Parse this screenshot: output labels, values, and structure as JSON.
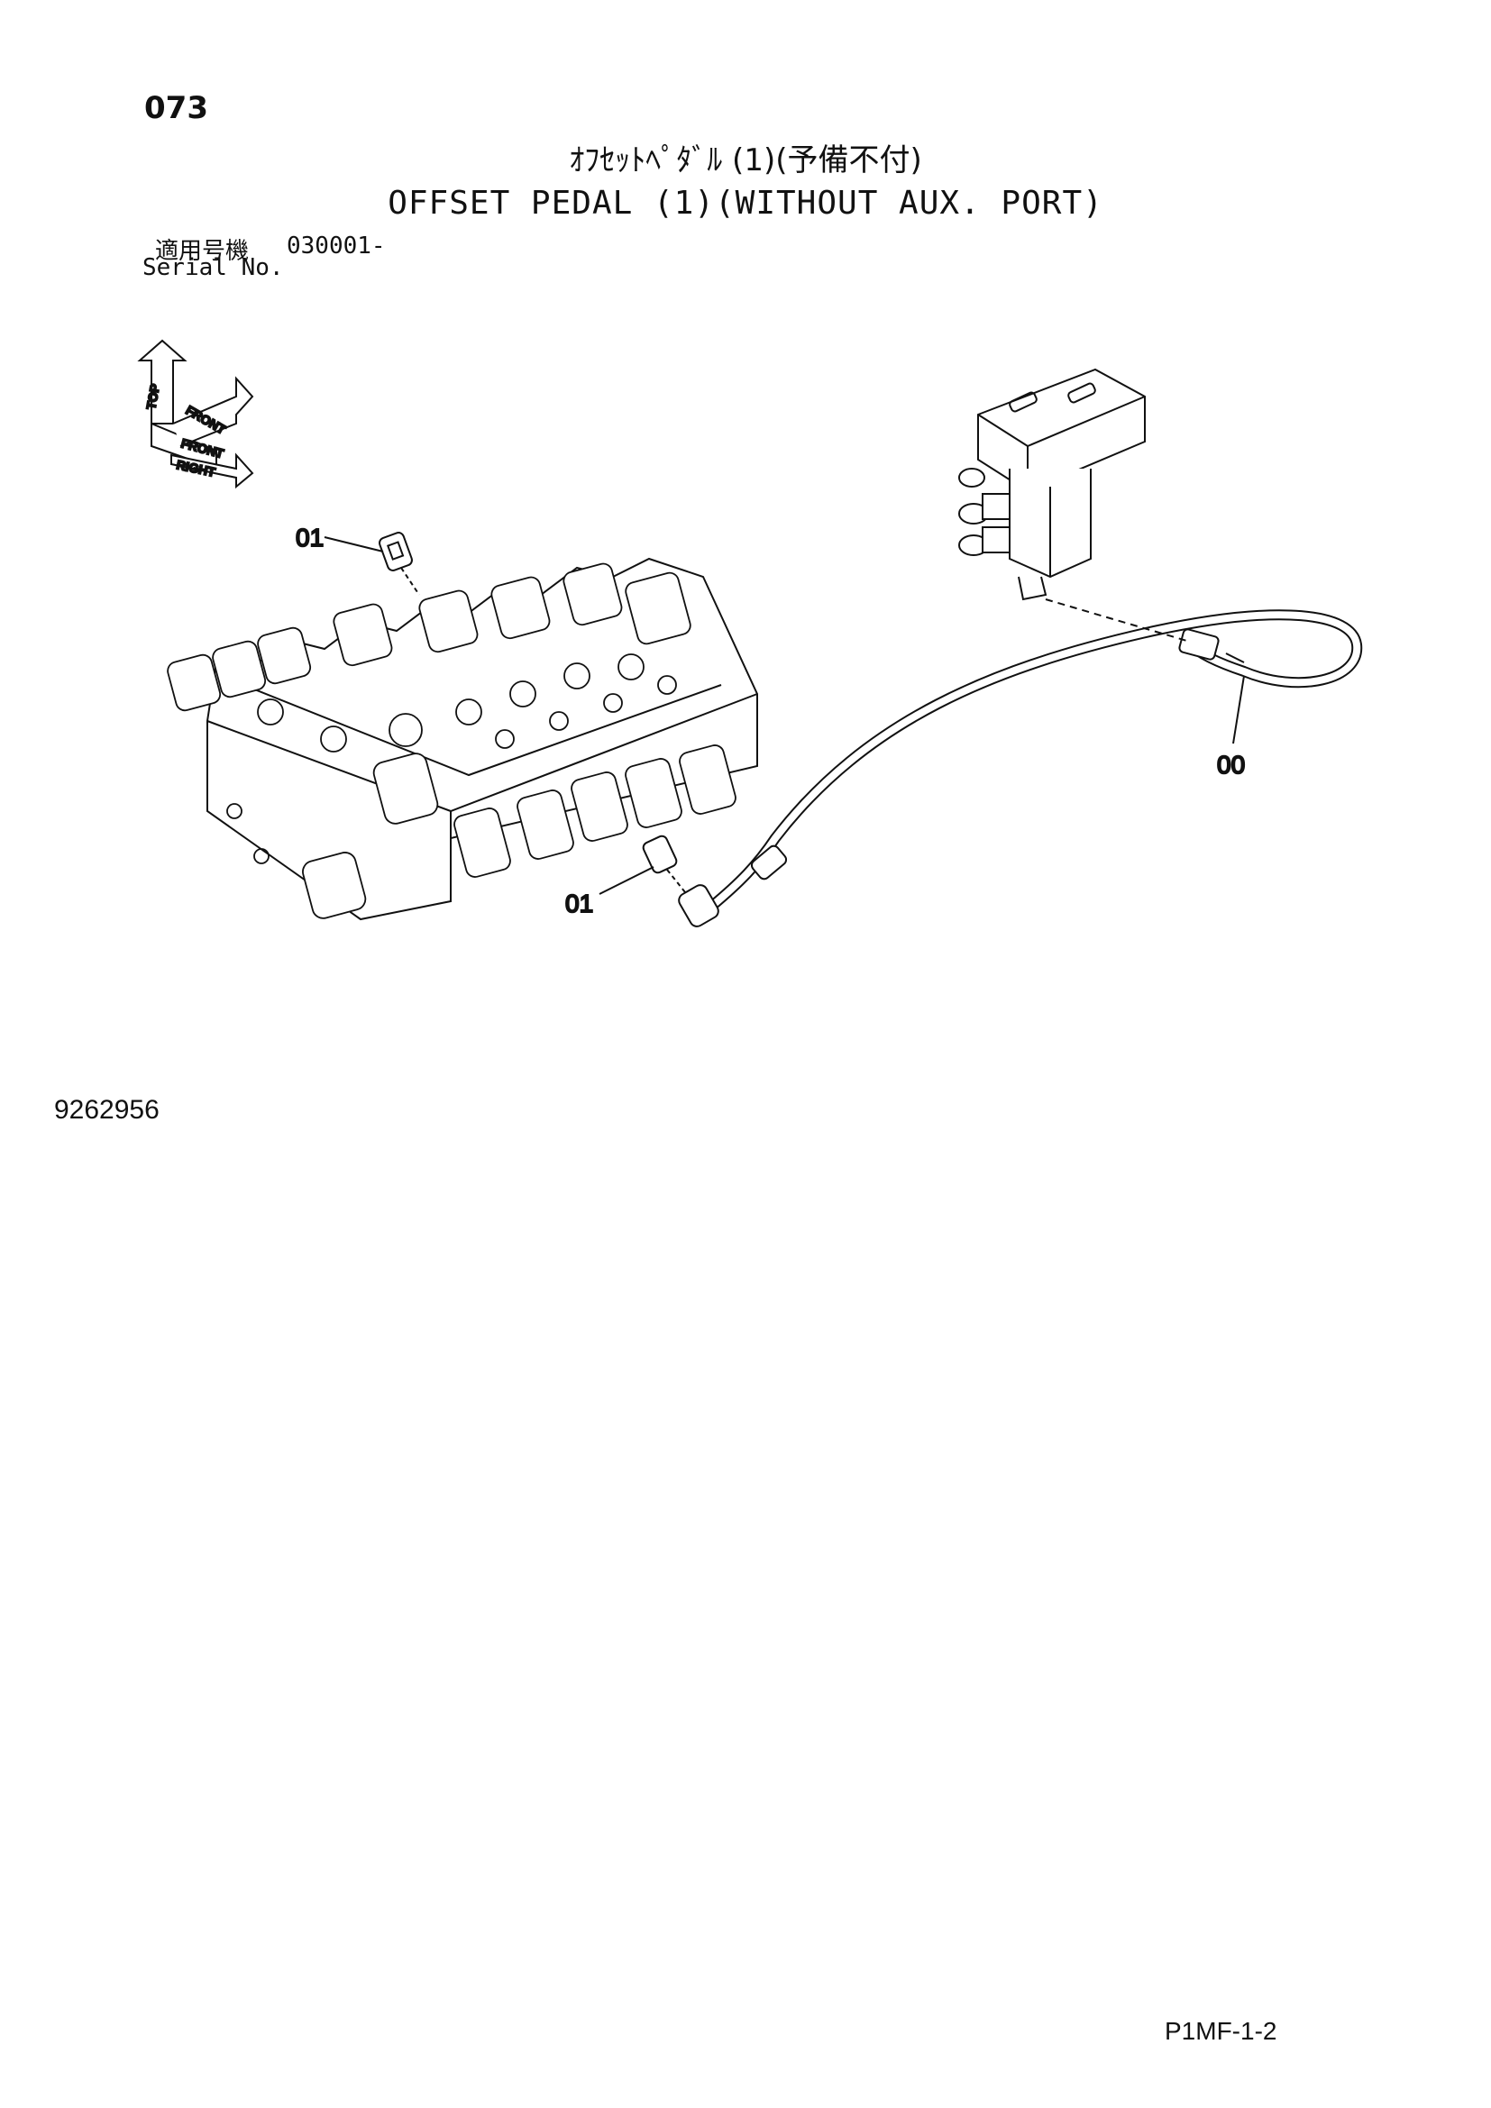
{
  "header": {
    "page_number": "073",
    "title_jp": "ｵﾌｾｯﾄﾍﾟﾀﾞﾙ (1)(予備不付)",
    "title_en": "OFFSET PEDAL (1)(WITHOUT AUX. PORT)",
    "serial_label_jp": "適用号機",
    "serial_label_en": "Serial No.",
    "serial_value": "030001-"
  },
  "orientation_indicator": {
    "labels": [
      "TOP",
      "FRONT",
      "FRONT",
      "RIGHT"
    ]
  },
  "callouts": {
    "part_01_upper": "01",
    "part_00": "00",
    "part_01_lower": "01"
  },
  "footer": {
    "drawing_number": "9262956",
    "sheet_code": "P1MF-1-2"
  }
}
